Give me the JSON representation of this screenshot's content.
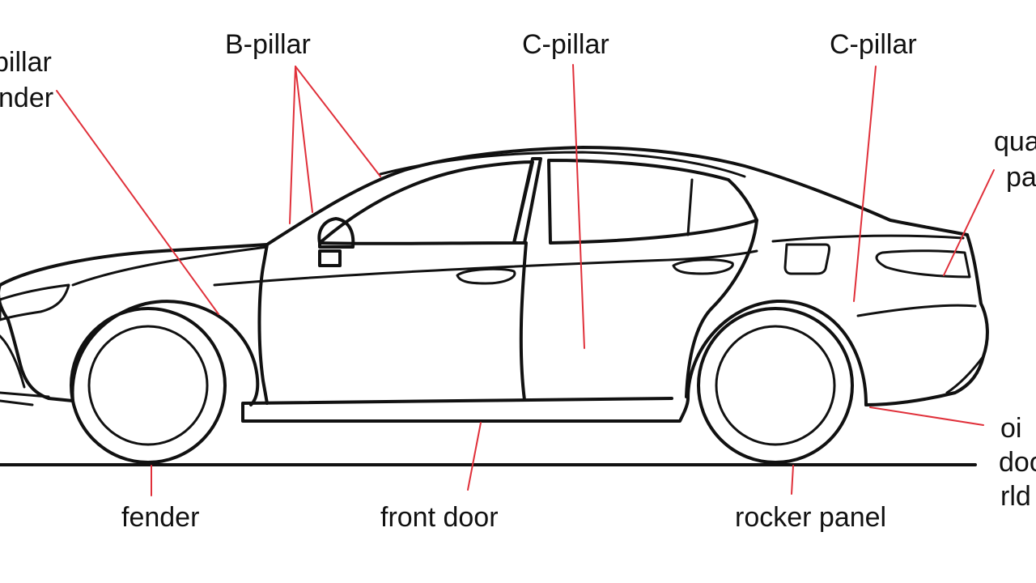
{
  "labels": {
    "a_pillar_line1": "pillar",
    "a_pillar_line2": "nder",
    "b_pillar": "B-pillar",
    "c_pillar_center": "C-pillar",
    "c_pillar_right": "C-pillar",
    "quarter_panel_line1": "qua",
    "quarter_panel_line2": "pa",
    "fender": "fender",
    "front_door": "front door",
    "rocker_panel": "rocker panel",
    "right_bottom_line1": "oi",
    "right_bottom_line2": "doo",
    "right_bottom_line3": "rld"
  },
  "colors": {
    "outline": "#111111",
    "leader_lines": "#e0303a",
    "background": "#ffffff"
  }
}
